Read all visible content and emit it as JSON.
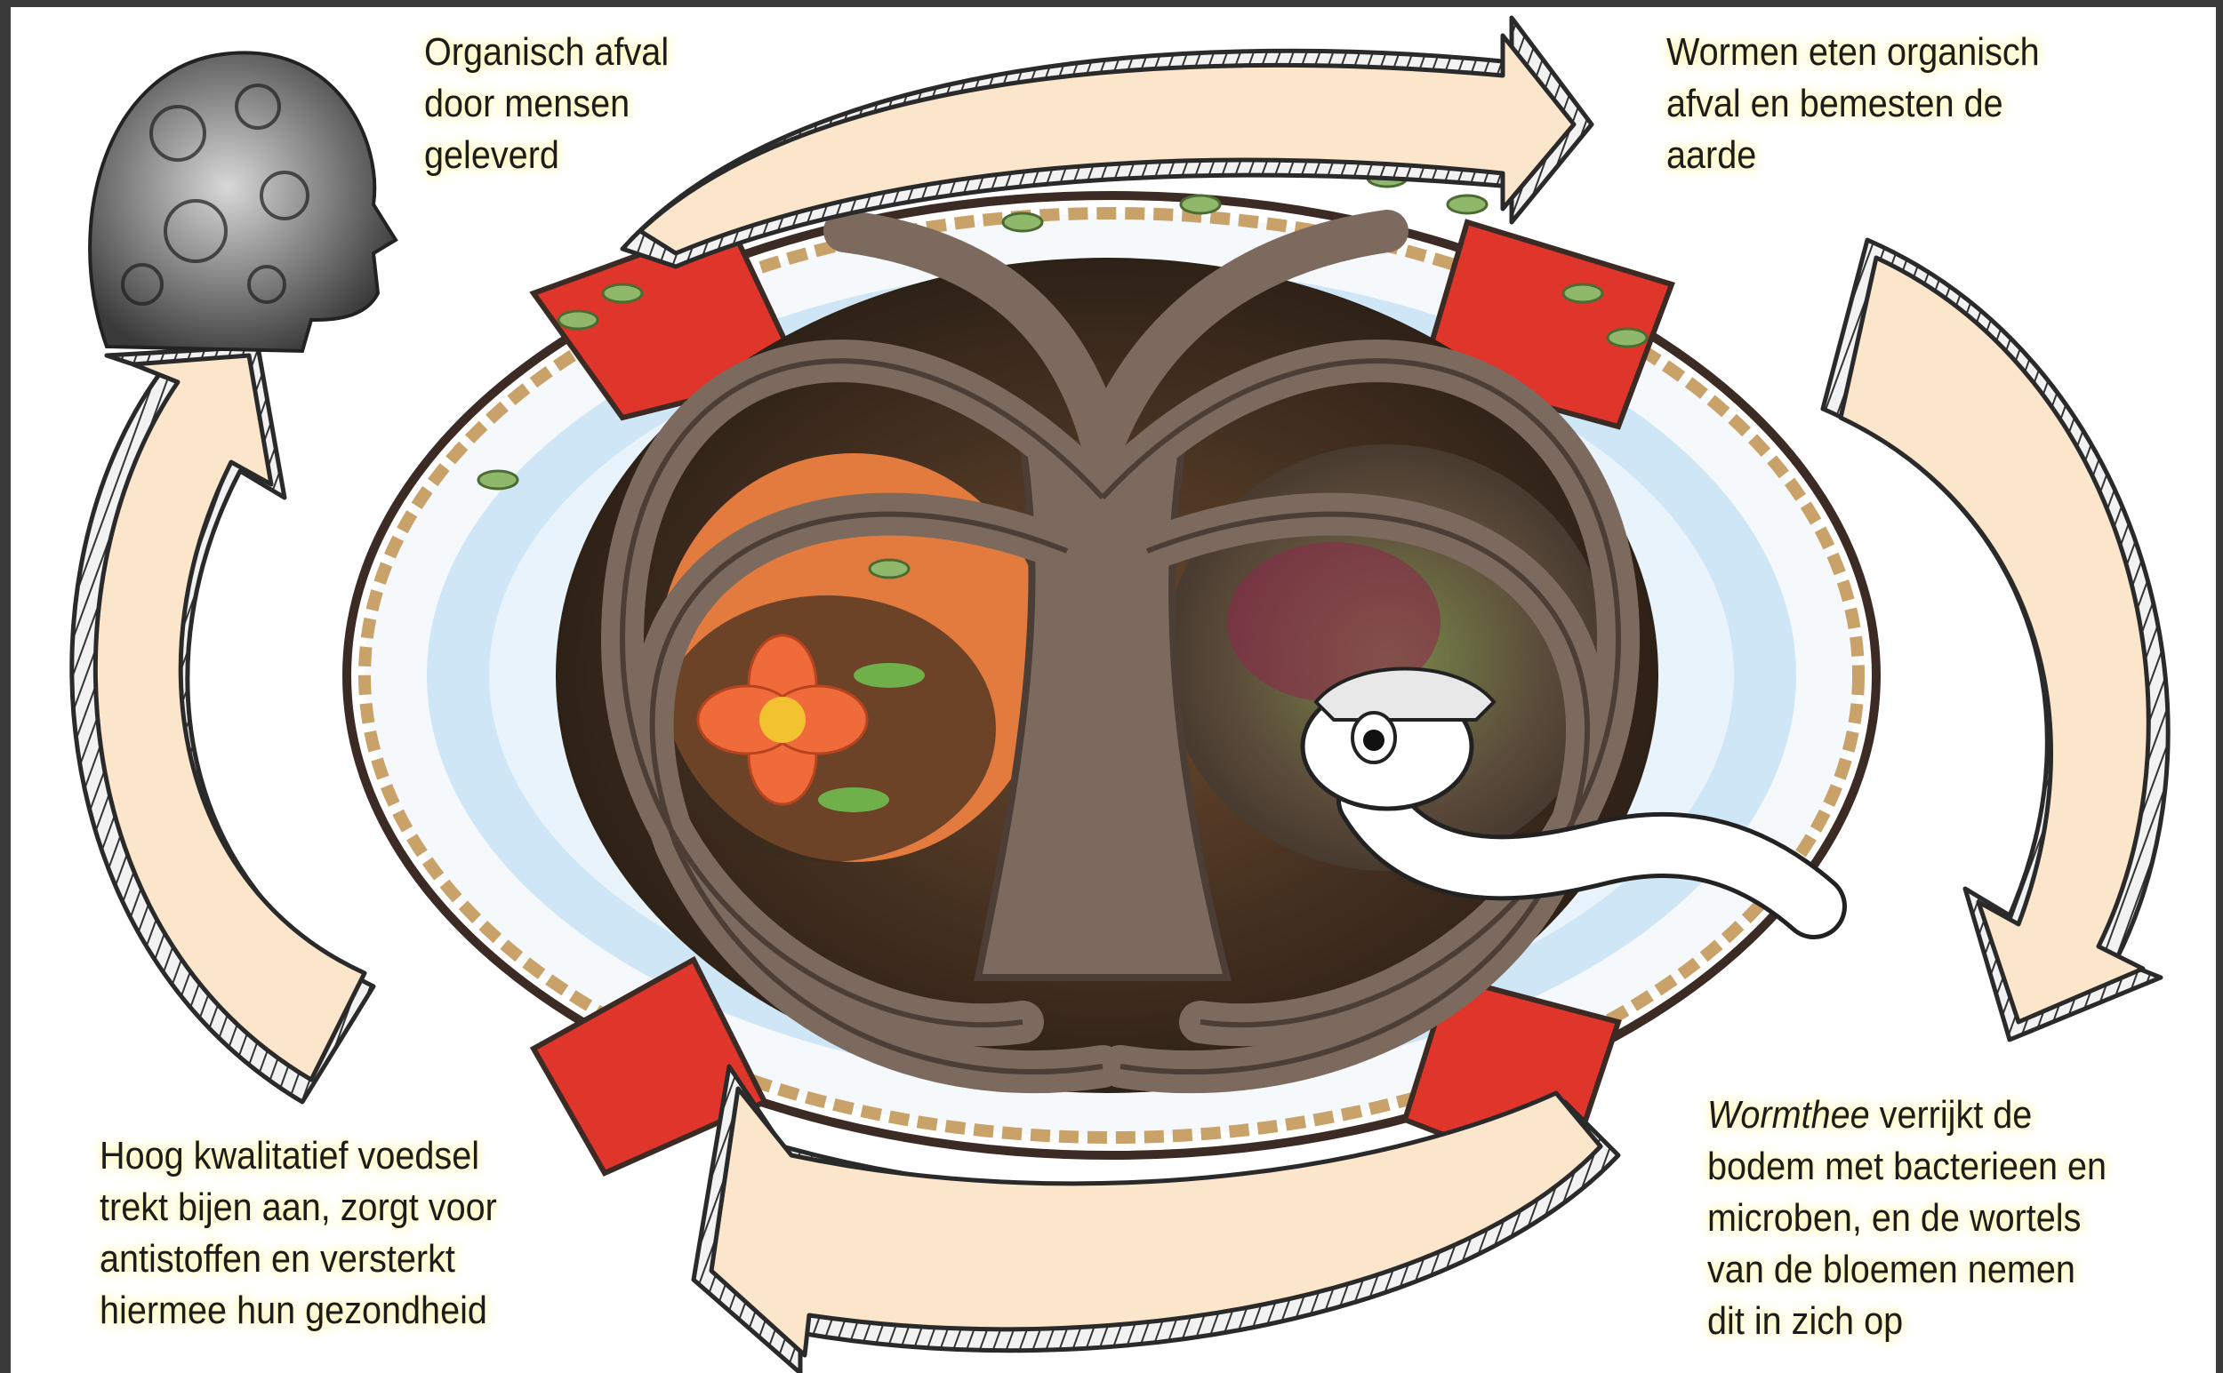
{
  "captions": {
    "top_left": [
      "Organisch afval",
      "door mensen",
      "geleverd"
    ],
    "top_right": [
      "Wormen eten organisch",
      "afval en bemesten de",
      "aarde"
    ],
    "bottom_left": [
      "Hoog kwalitatief voedsel",
      "trekt bijen aan, zorgt voor",
      "antistoffen en versterkt",
      "hiermee hun gezondheid"
    ],
    "bottom_right": {
      "first_line_italic": "Wormthee",
      "first_line_rest": " verrijkt de",
      "lines": [
        "bodem met bacterieen en",
        "microben, en de wortels",
        "van de bloemen nemen",
        "dit in zich op"
      ]
    }
  },
  "colors": {
    "arrow_fill": "#fbe6cc",
    "arrow_outline": "#2a2a2a",
    "lifebuoy_red": "#e0352b",
    "lifebuoy_white": "#f6f9fc",
    "lifebuoy_blue": "#cfe6f6",
    "rope": "#c9a26a",
    "trunk": "#7d6a5e",
    "trunk_dark": "#4b3e36",
    "leaf": "#8fb86a",
    "flower": "#ef6b3a",
    "flower_center": "#f2c230",
    "caption_glow": "#fff3a0"
  },
  "icons": [
    "human-head-compost-icon",
    "worm-icon",
    "flower-icon",
    "tree-icon",
    "lifebuoy-icon"
  ]
}
